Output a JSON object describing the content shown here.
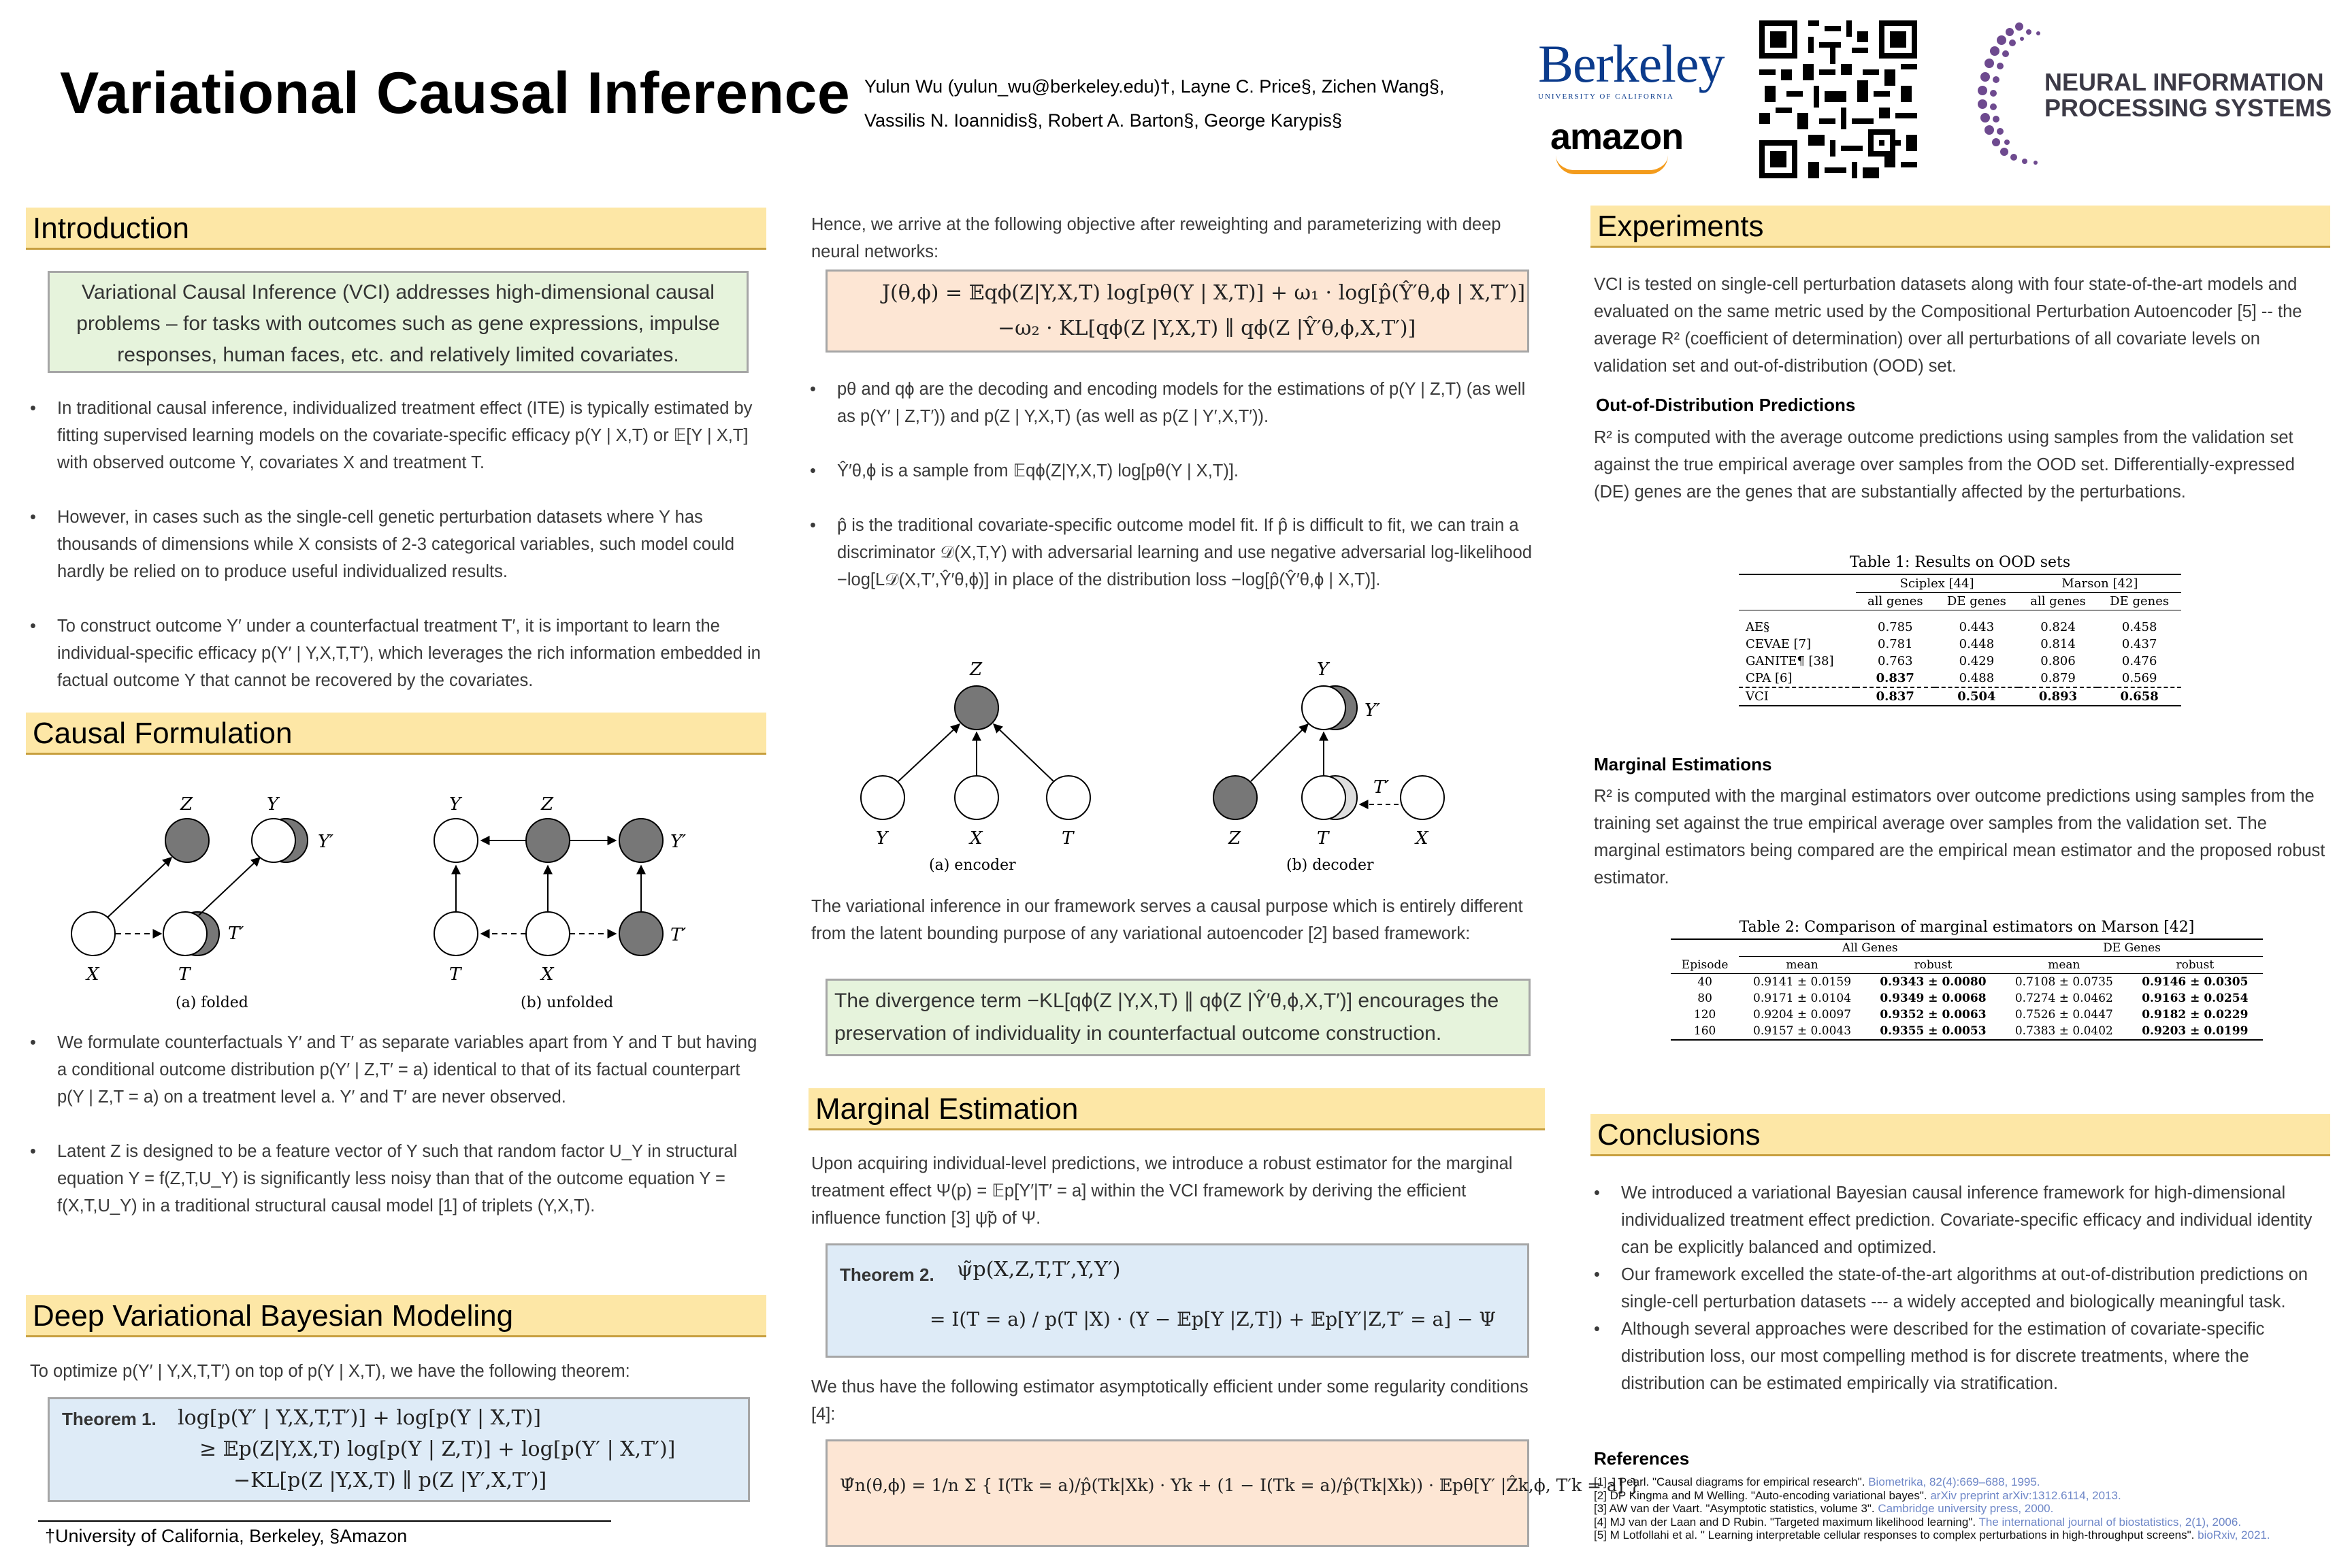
{
  "header": {
    "title": "Variational Causal Inference",
    "authors_line1": "Yulun Wu (yulun_wu@berkeley.edu)†, Layne C. Price§, Zichen Wang§,",
    "authors_line2": "Vassilis N. Ioannidis§, Robert A. Barton§, George Karypis§",
    "logo_berkeley": "Berkeley",
    "logo_berkeley_sub": "UNIVERSITY OF CALIFORNIA",
    "logo_amazon": "amazon",
    "logo_neurips_line1": "NEURAL INFORMATION",
    "logo_neurips_line2": "PROCESSING SYSTEMS"
  },
  "introduction": {
    "heading": "Introduction",
    "summary": "Variational Causal Inference (VCI) addresses high-dimensional causal problems – for tasks with outcomes such as gene expressions, impulse responses, human faces, etc. and relatively limited covariates.",
    "bullet1": "In traditional causal inference, individualized treatment effect (ITE) is typically estimated by fitting supervised learning models on the covariate-specific efficacy p(Y | X,T) or 𝔼[Y | X,T] with observed outcome Y, covariates X and treatment T.",
    "bullet2": "However, in cases such as the single-cell genetic perturbation datasets where Y has thousands of dimensions while X consists of 2-3 categorical variables, such model could hardly be relied on to produce useful individualized results.",
    "bullet3": "To construct outcome Y′ under a counterfactual treatment T′, it is important to learn the individual-specific efficacy p(Y′ | Y,X,T,T′), which leverages the rich information embedded in factual outcome Y that cannot be recovered by the covariates."
  },
  "causal": {
    "heading": "Causal Formulation",
    "fig_caption_a": "(a) folded",
    "fig_caption_b": "(b) unfolded",
    "bullet1": "We formulate counterfactuals Y′ and T′ as separate variables apart from Y and T but having a conditional outcome distribution p(Y′ | Z,T′ = a) identical to that of its factual counterpart p(Y | Z,T = a) on a treatment level a. Y′ and T′ are never observed.",
    "bullet2": "Latent Z is designed to be a feature vector of Y such that random factor U_Y in structural equation Y = f(Z,T,U_Y) is significantly less noisy than that of the outcome equation Y = f(X,T,U_Y) in a traditional structural causal model [1] of triplets (Y,X,T)."
  },
  "dvbm": {
    "heading": "Deep Variational Bayesian Modeling",
    "intro": "To optimize p(Y′ | Y,X,T,T′) on top of p(Y | X,T), we have the following theorem:",
    "theorem_label": "Theorem 1.",
    "line1": "log[p(Y′ | Y,X,T,T′)] + log[p(Y | X,T)]",
    "line2": "≥ 𝔼p(Z|Y,X,T) log[p(Y | Z,T)] + log[p(Y′ | X,T′)]",
    "line3": "−KL[p(Z |Y,X,T) ∥ p(Z |Y′,X,T′)]",
    "footnote": "†University of California, Berkeley, §Amazon"
  },
  "middle": {
    "objective_intro": "Hence, we arrive at the following objective after reweighting and parameterizing with deep neural networks:",
    "objective_line1": "J(θ,ϕ) = 𝔼qϕ(Z|Y,X,T) log[pθ(Y | X,T)] + ω₁ · log[p̂(Ŷ′θ,ϕ | X,T′)]",
    "objective_line2": "−ω₂ · KL[qϕ(Z |Y,X,T) ∥ qϕ(Z |Ŷ′θ,ϕ,X,T′)]",
    "bullet1": "pθ and qϕ are the decoding and encoding models for the estimations of p(Y | Z,T) (as well as p(Y′ | Z,T′)) and p(Z | Y,X,T) (as well as p(Z | Y′,X,T′)).",
    "bullet2": "Ŷ′θ,ϕ is a sample from 𝔼qϕ(Z|Y,X,T) log[pθ(Y | X,T)].",
    "bullet3": "p̂ is the traditional covariate-specific outcome model fit. If p̂ is difficult to fit, we can train a discriminator 𝒟(X,T,Y) with adversarial learning and use negative adversarial log-likelihood −log[L𝒟(X,T′,Ŷ′θ,ϕ)] in place of the distribution loss −log[p̂(Ŷ′θ,ϕ | X,T)].",
    "fig_caption_a": "(a) encoder",
    "fig_caption_b": "(b) decoder",
    "vi_text": "The variational inference in our framework serves a causal purpose which is entirely different from the latent bounding purpose of any variational autoencoder [2] based framework:",
    "divergence_text": "The divergence term −KL[qϕ(Z |Y,X,T) ∥ qϕ(Z |Ŷ′θ,ϕ,X,T′)] encourages the preservation of individuality in counterfactual outcome construction."
  },
  "marginal": {
    "heading": "Marginal Estimation",
    "intro": "Upon acquiring individual-level predictions, we introduce a robust estimator for the marginal treatment effect Ψ(p) = 𝔼p[Y′|T′ = a] within the VCI framework by deriving the efficient influence function [3] ψ̃p of Ψ.",
    "theorem_label": "Theorem 2.",
    "thm_line1": "ψ̃p(X,Z,T,T′,Y,Y′)",
    "thm_line2": "= I(T = a) / p(T |X) · (Y − 𝔼p[Y |Z,T]) + 𝔼p[Y′|Z,T′ = a] − Ψ",
    "estimator_intro": "We thus have the following estimator asymptotically efficient under some regularity conditions [4]:",
    "estimator": "Ψ̂n(θ,ϕ) = 1/n Σ { I(Tk = a)/p̂(Tk|Xk) · Yk + (1 − I(Tk = a)/p̂(Tk|Xk)) · 𝔼pθ[Y′ |Ẑk,ϕ, T′k = a] }"
  },
  "experiments": {
    "heading": "Experiments",
    "intro": "VCI is tested on single-cell perturbation datasets along with four state-of-the-art models and evaluated on the same metric used by the Compositional Perturbation Autoencoder [5] -- the average R² (coefficient of determination) over all perturbations of all covariate levels on validation set and out-of-distribution (OOD) set.",
    "ood_heading": "Out-of-Distribution Predictions",
    "ood_text": "R² is computed with the average outcome predictions using samples from the validation set against the true empirical average over samples from the OOD set. Differentially-expressed (DE) genes are the genes that are substantially affected by the perturbations.",
    "table1": {
      "caption": "Table 1: Results on OOD sets",
      "group1": "Sciplex [44]",
      "group2": "Marson [42]",
      "cols": [
        "all genes",
        "DE genes",
        "all genes",
        "DE genes"
      ],
      "rows": [
        {
          "name": "AE§",
          "v": [
            "0.785",
            "0.443",
            "0.824",
            "0.458"
          ]
        },
        {
          "name": "CEVAE [7]",
          "v": [
            "0.781",
            "0.448",
            "0.814",
            "0.437"
          ]
        },
        {
          "name": "GANITE¶ [38]",
          "v": [
            "0.763",
            "0.429",
            "0.806",
            "0.476"
          ]
        },
        {
          "name": "CPA [6]",
          "v": [
            "0.837",
            "0.488",
            "0.879",
            "0.569"
          ]
        },
        {
          "name": "VCI",
          "v": [
            "0.837",
            "0.504",
            "0.893",
            "0.658"
          ]
        }
      ]
    },
    "me_heading": "Marginal Estimations",
    "me_text": "R² is computed with the marginal estimators over outcome predictions using samples from the training set against the true empirical average over samples from the validation set. The marginal estimators being compared are the empirical mean estimator and the proposed robust estimator.",
    "table2": {
      "caption": "Table 2: Comparison of marginal estimators on Marson [42]",
      "group1": "All Genes",
      "group2": "DE Genes",
      "cols": [
        "Episode",
        "mean",
        "robust",
        "mean",
        "robust"
      ],
      "rows": [
        {
          "ep": "40",
          "v": [
            "0.9141 ± 0.0159",
            "0.9343 ± 0.0080",
            "0.7108 ± 0.0735",
            "0.9146 ± 0.0305"
          ]
        },
        {
          "ep": "80",
          "v": [
            "0.9171 ± 0.0104",
            "0.9349 ± 0.0068",
            "0.7274 ± 0.0462",
            "0.9163 ± 0.0254"
          ]
        },
        {
          "ep": "120",
          "v": [
            "0.9204 ± 0.0097",
            "0.9352 ± 0.0063",
            "0.7526 ± 0.0447",
            "0.9182 ± 0.0229"
          ]
        },
        {
          "ep": "160",
          "v": [
            "0.9157 ± 0.0043",
            "0.9355 ± 0.0053",
            "0.7383 ± 0.0402",
            "0.9203 ± 0.0199"
          ]
        }
      ]
    }
  },
  "conclusions": {
    "heading": "Conclusions",
    "bullet1": "We introduced a variational Bayesian causal inference framework for high-dimensional individualized treatment effect prediction. Covariate-specific efficacy and individual identity can be explicitly balanced and optimized.",
    "bullet2": "Our framework excelled the state-of-the-art algorithms at out-of-distribution predictions on single-cell perturbation datasets --- a widely accepted and biologically meaningful task.",
    "bullet3": "Although several approaches were described for the estimation of covariate-specific distribution loss, our most compelling method is for discrete treatments, where the distribution can be estimated empirically via stratification."
  },
  "references": {
    "heading": "References",
    "r1a": "[1] J Pearl. \"Causal diagrams for empirical research\". ",
    "r1b": "Biometrika, 82(4):669–688, 1995.",
    "r2a": "[2] DP Kingma and M Welling. \"Auto-encoding variational bayes\". ",
    "r2b": "arXiv preprint arXiv:1312.6114, 2013.",
    "r3a": "[3] AW van der Vaart. \"Asymptotic statistics, volume 3\". ",
    "r3b": "Cambridge university press, 2000.",
    "r4a": "[4] MJ van der Laan and D Rubin. \"Targeted maximum likelihood learning\". ",
    "r4b": "The international journal of biostatistics, 2(1), 2006.",
    "r5a": "[5] M Lotfollahi et al. \" Learning interpretable cellular responses to complex perturbations in high-throughput screens\". ",
    "r5b": "bioRxiv, 2021."
  },
  "diagram_labels": {
    "Z": "Z",
    "Y": "Y",
    "X": "X",
    "T": "T",
    "Yp": "Y′",
    "Tp": "T′"
  }
}
